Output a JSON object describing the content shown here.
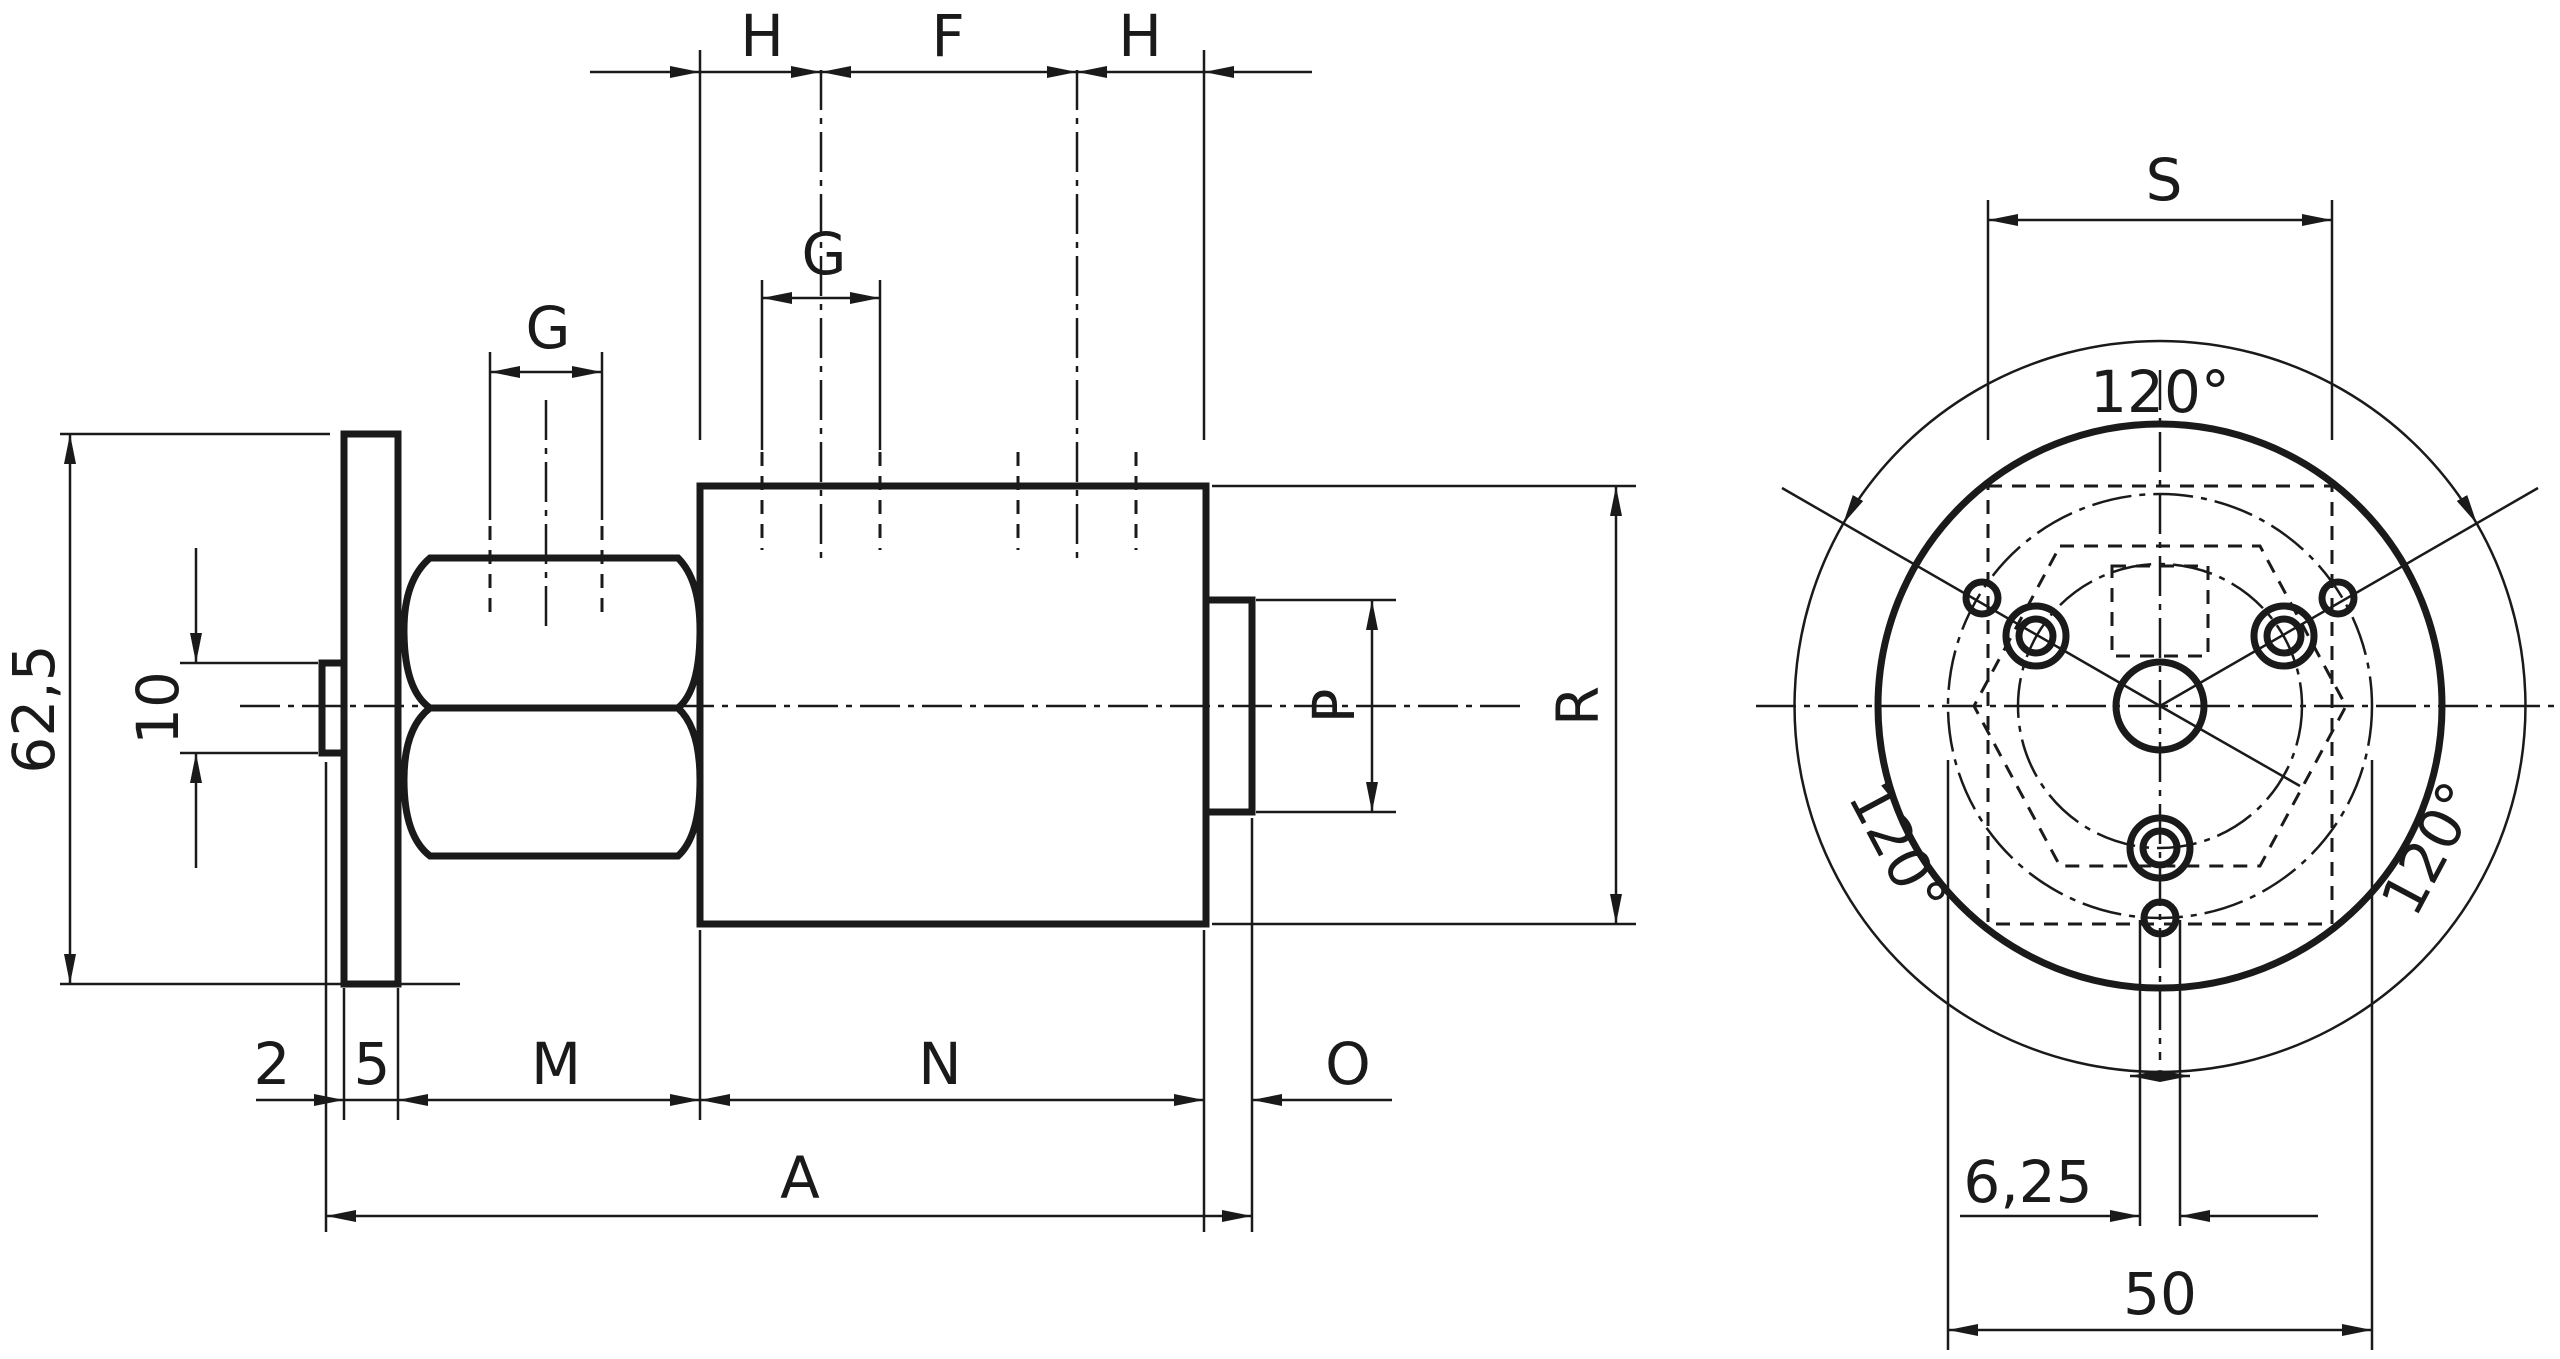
{
  "labels": {
    "H_left": "H",
    "F": "F",
    "H_right": "H",
    "G_upper": "G",
    "G_lower": "G",
    "d62_5": "62,5",
    "d10": "10",
    "P": "P",
    "R": "R",
    "d2": "2",
    "d5": "5",
    "M": "M",
    "N": "N",
    "O": "O",
    "A": "A",
    "S": "S",
    "a120_top": "120°",
    "a120_left": "120°",
    "a120_right": "120°",
    "d6_25": "6,25",
    "d50": "50"
  }
}
